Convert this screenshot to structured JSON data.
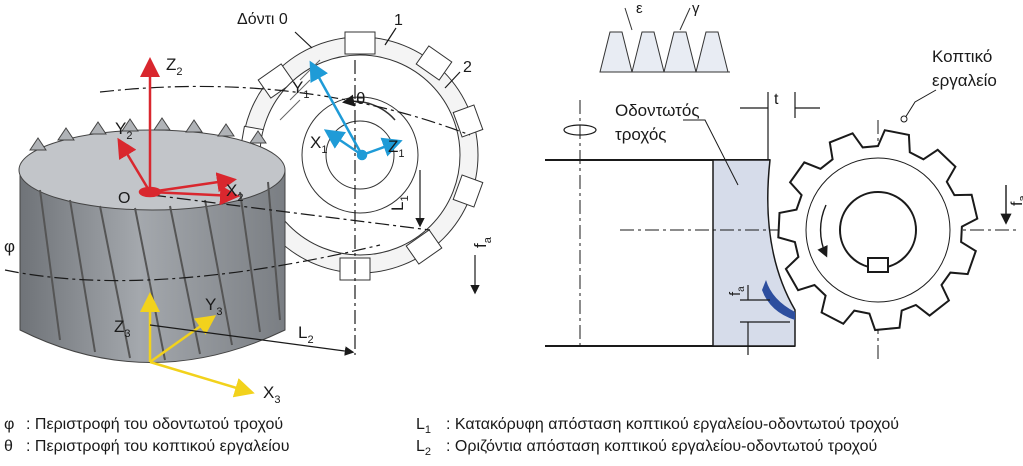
{
  "left_figure": {
    "tooth0_label": "Δόντι 0",
    "tooth1_label": "1",
    "tooth2_label": "2",
    "origin_label": "O",
    "phi": "φ",
    "theta": "θ",
    "axes": {
      "z2": "Z",
      "z2_sub": "2",
      "y2": "Y",
      "y2_sub": "2",
      "x2": "X",
      "x2_sub": "2",
      "y1": "Y",
      "y1_sub": "1",
      "x1": "X",
      "x1_sub": "1",
      "z1": "Z",
      "z1_sub": "1",
      "z3": "Z",
      "z3_sub": "3",
      "y3": "Y",
      "y3_sub": "3",
      "x3": "X",
      "x3_sub": "3"
    },
    "l1": "L",
    "l1_sub": "1",
    "l2": "L",
    "l2_sub": "2",
    "fa": "f",
    "fa_sub": "a"
  },
  "right_figure": {
    "epsilon": "ε",
    "gamma": "γ",
    "t": "t",
    "gear_label_line1": "Οδοντωτός",
    "gear_label_line2": "τροχός",
    "tool_label_line1": "Κοπτικό",
    "tool_label_line2": "εργαλείο",
    "fa_right": "f",
    "fa_right_sub": "a",
    "fa_inner": "f",
    "fa_inner_sub": "a"
  },
  "legend": {
    "phi_sym": "φ",
    "phi_text": ": Περιστροφή του οδοντωτού τροχού",
    "theta_sym": "θ",
    "theta_text": ": Περιστροφή του κοπτικού εργαλείου",
    "l1_sym": "L",
    "l1_sub": "1",
    "l1_text": ": Κατακόρυφη απόσταση κοπτικού εργαλείου-οδοντωτού τροχού",
    "l2_sym": "L",
    "l2_sub": "2",
    "l2_text": ": Οριζόντια απόσταση κοπτικού εργαλείου-οδοντωτού τροχού"
  },
  "colors": {
    "red_axes": "#d9272e",
    "blue_axes": "#1f9bd7",
    "yellow_axes": "#f2d21c",
    "gear_gray": "#8a8d92",
    "workpiece_fill": "#d6dcea",
    "chip_fill": "#2d4e9e"
  }
}
